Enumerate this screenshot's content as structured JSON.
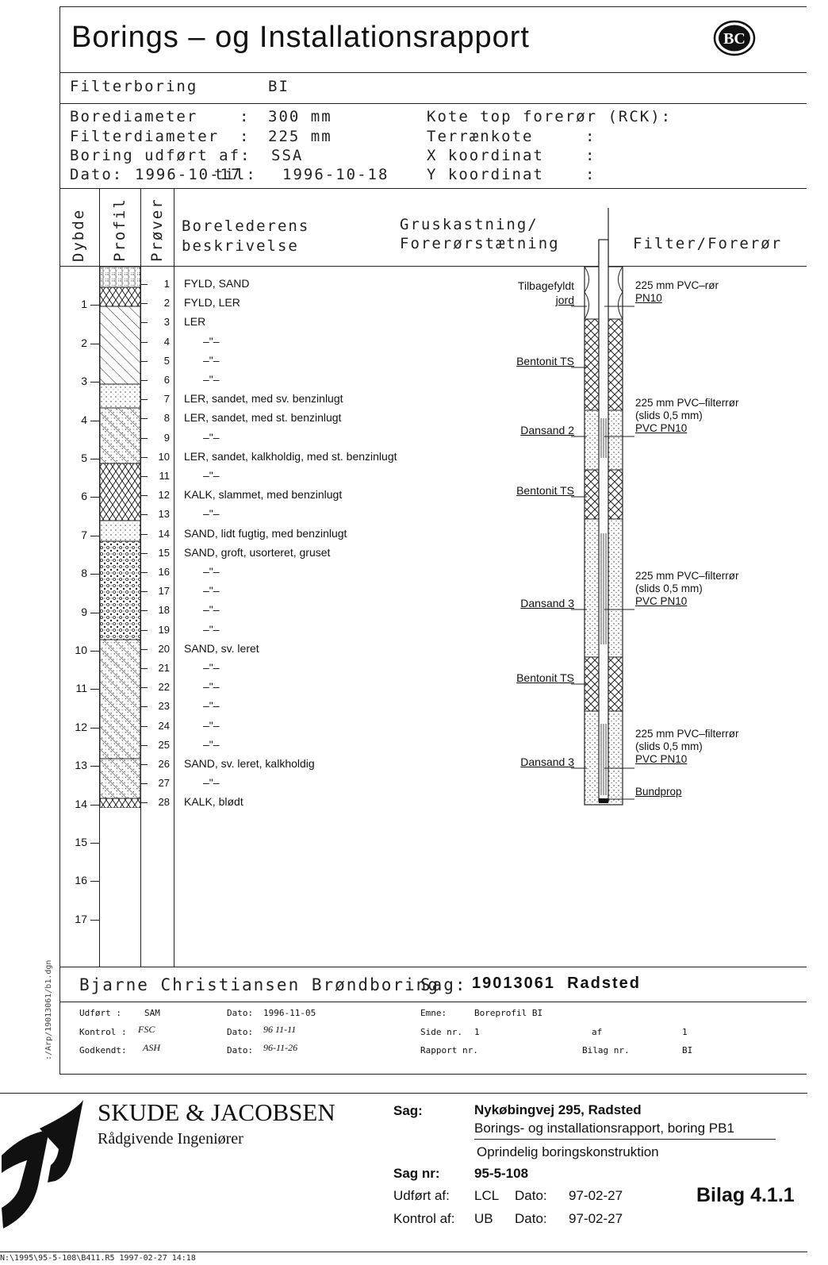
{
  "report": {
    "title": "Borings –  og  Installationsrapport",
    "logo_text": "BC",
    "boring_label": "Filterboring",
    "boring_id": "BI",
    "fields_left": [
      {
        "label": "Borediameter",
        "sep": ":",
        "value": "300 mm"
      },
      {
        "label": "Filterdiameter",
        "sep": ":",
        "value": "225 mm"
      },
      {
        "label": "Boring udført af:",
        "sep": "",
        "value": "SSA"
      }
    ],
    "date_label": "Dato:",
    "date_from": "1996-10-17",
    "date_til_label": "til:",
    "date_to": "1996-10-18",
    "fields_right": [
      {
        "label": "Kote top forerør (RCK):",
        "sep": ""
      },
      {
        "label": "Terrænkote",
        "sep": ":"
      },
      {
        "label": "X koordinat",
        "sep": ":"
      },
      {
        "label": "Y koordinat",
        "sep": ":"
      }
    ],
    "columns": {
      "dybde": "Dybde",
      "profil": "Profil",
      "prover": "Prøver",
      "desc_1": "Borelederens",
      "desc_2": "beskrivelse",
      "grus_1": "Gruskastning/",
      "grus_2": "Forerørstætning",
      "filter": "Filter/Forerør"
    },
    "depths": [
      "1",
      "2",
      "3",
      "4",
      "5",
      "6",
      "7",
      "8",
      "9",
      "10",
      "11",
      "12",
      "13",
      "14",
      "15",
      "16",
      "17"
    ],
    "samples": [
      {
        "n": "1",
        "d": "FYLD, SAND"
      },
      {
        "n": "2",
        "d": "FYLD, LER"
      },
      {
        "n": "3",
        "d": "LER"
      },
      {
        "n": "4",
        "d": "–\"–"
      },
      {
        "n": "5",
        "d": "–\"–"
      },
      {
        "n": "6",
        "d": "–\"–"
      },
      {
        "n": "7",
        "d": "LER, sandet, med  sv. benzinlugt"
      },
      {
        "n": "8",
        "d": "LER, sandet, med  st. benzinlugt"
      },
      {
        "n": "9",
        "d": "–\"–"
      },
      {
        "n": "10",
        "d": "LER, sandet, kalkholdig, med  st. benzinlugt"
      },
      {
        "n": "11",
        "d": "–\"–"
      },
      {
        "n": "12",
        "d": "KALK, slammet, med  benzinlugt"
      },
      {
        "n": "13",
        "d": "–\"–"
      },
      {
        "n": "14",
        "d": "SAND, lidt fugtig, med  benzinlugt"
      },
      {
        "n": "15",
        "d": "SAND, groft, usorteret, gruset"
      },
      {
        "n": "16",
        "d": "–\"–"
      },
      {
        "n": "17",
        "d": "–\"–"
      },
      {
        "n": "18",
        "d": "–\"–"
      },
      {
        "n": "19",
        "d": "–\"–"
      },
      {
        "n": "20",
        "d": "SAND, sv. leret"
      },
      {
        "n": "21",
        "d": "–\"–"
      },
      {
        "n": "22",
        "d": "–\"–"
      },
      {
        "n": "23",
        "d": "–\"–"
      },
      {
        "n": "24",
        "d": "–\"–"
      },
      {
        "n": "25",
        "d": "–\"–"
      },
      {
        "n": "26",
        "d": "SAND, sv. leret, kalkholdig"
      },
      {
        "n": "27",
        "d": "–\"–"
      },
      {
        "n": "28",
        "d": "KALK, blødt"
      }
    ],
    "gravel_labels": [
      {
        "l1": "Tilbagefyldt",
        "l2": "jord"
      },
      {
        "l1": "Bentonit TS"
      },
      {
        "l1": "Dansand  2"
      },
      {
        "l1": "Bentonit TS"
      },
      {
        "l1": "Dansand  3"
      },
      {
        "l1": "Bentonit TS"
      },
      {
        "l1": "Dansand  3"
      }
    ],
    "filter_labels": [
      {
        "l1": "225  mm   PVC–rør",
        "l2": "PN10"
      },
      {
        "l1": "225  mm   PVC–filterrør",
        "l2": "(slids  0,5  mm)",
        "l3": "PVC  PN10"
      },
      {
        "l1": "225  mm   PVC–filterrør",
        "l2": "(slids  0,5  mm)",
        "l3": "PVC  PN10"
      },
      {
        "l1": "225  mm   PVC–filterrør",
        "l2": "(slids  0,5  mm)",
        "l3": "PVC  PN10"
      },
      {
        "l1": "Bundprop"
      }
    ],
    "company_line": "Bjarne Christiansen Brøndboring",
    "sag_label": "Sag:",
    "sag_value": "19013061  Radsted",
    "meta": {
      "udfort_label": "Udført  :",
      "udfort_value": "SAM",
      "kontrol_label": "Kontrol  :",
      "kontrol_sig": "FSC",
      "godkendt_label": "Godkendt:",
      "godkendt_sig": "ASH",
      "dato1_label": "Dato:",
      "dato1_value": "1996-11-05",
      "dato2_label": "Dato:",
      "dato2_value": "96  11-11",
      "dato3_label": "Dato:",
      "dato3_value": "96-11-26",
      "emne_label": "Emne:",
      "emne_value": "Boreprofil  BI",
      "side_label": "Side  nr.",
      "side_value": "1",
      "af_label": "af",
      "af_value": "1",
      "rapport_label": "Rapport  nr.",
      "bilag_label": "Bilag  nr.",
      "bilag_value": "BI"
    },
    "side_stamp": ":/Arp/19013061/b1.dgn"
  },
  "footer": {
    "company": "SKUDE & JACOBSEN",
    "subtitle": "Rådgivende Ingeniører",
    "sag_label": "Sag:",
    "sag_line1": "Nykøbingvej 295, Radsted",
    "sag_line2": "Borings- og installationsrapport, boring PB1",
    "sag_line3": "Oprindelig boringskonstruktion",
    "sagnr_label": "Sag nr:",
    "sagnr_value": "95-5-108",
    "udfort_label": "Udført af:",
    "udfort_value": "LCL",
    "kontrol_label": "Kontrol af:",
    "kontrol_value": "UB",
    "dato_label": "Dato:",
    "dato1": "97-02-27",
    "dato2": "97-02-27",
    "bilag": "Bilag 4.1.1",
    "file_path": "N:\\1995\\95-5-108\\B411.R5 1997-02-27 14:18"
  }
}
